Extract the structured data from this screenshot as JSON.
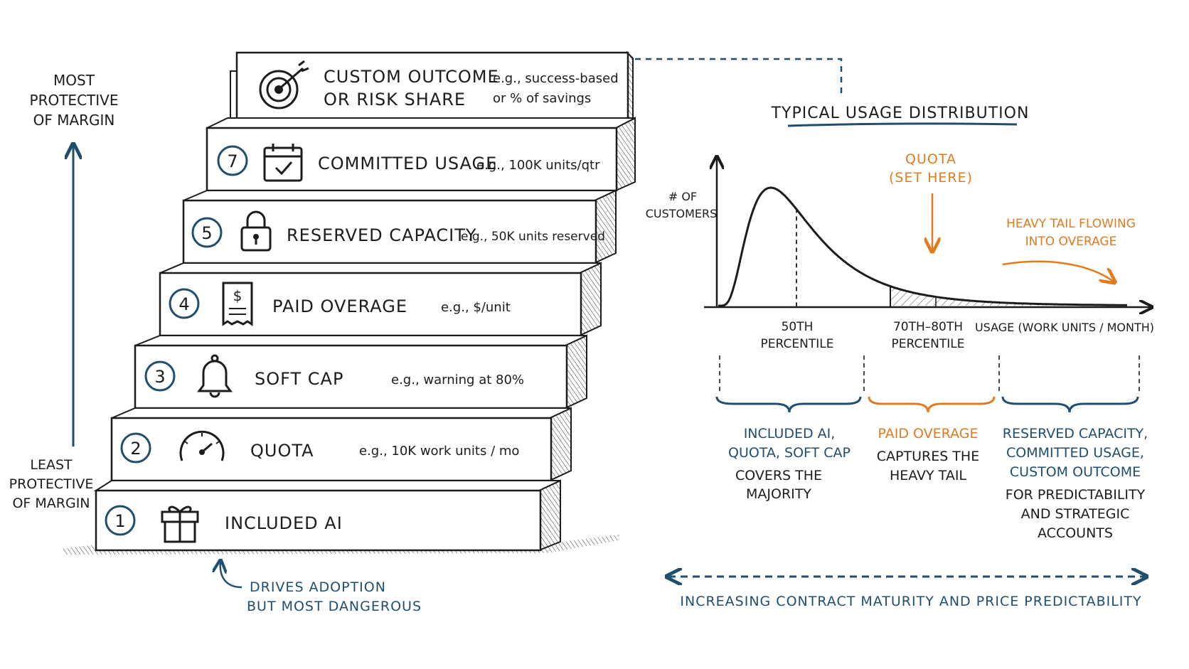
{
  "colors": {
    "ink": "#1c1c1c",
    "navy": "#1f4e6e",
    "orange": "#e07b1f",
    "paper": "#ffffff",
    "hatch": "#555555"
  },
  "left_axis": {
    "top_label": [
      "MOST",
      "PROTECTIVE",
      "OF MARGIN"
    ],
    "bottom_label": [
      "LEAST",
      "PROTECTIVE",
      "OF MARGIN"
    ]
  },
  "steps": [
    {
      "number": "1",
      "icon": "gift-icon",
      "title": "INCLUDED AI",
      "example": ""
    },
    {
      "number": "2",
      "icon": "gauge-icon",
      "title": "QUOTA",
      "example": "e.g., 10K work units / mo"
    },
    {
      "number": "3",
      "icon": "bell-icon",
      "title": "SOFT CAP",
      "example": "e.g., warning at 80%"
    },
    {
      "number": "4",
      "icon": "receipt-icon",
      "title": "PAID OVERAGE",
      "example": "e.g., $/unit"
    },
    {
      "number": "5",
      "icon": "lock-icon",
      "title": "RESERVED CAPACITY",
      "example": "e.g., 50K units reserved"
    },
    {
      "number": "7",
      "icon": "calendar-check-icon",
      "title": "COMMITTED USAGE",
      "example": "e.g., 100K units/qtr"
    },
    {
      "number": "",
      "icon": "target-icon",
      "title": [
        "CUSTOM OUTCOME",
        "OR RISK SHARE"
      ],
      "example": [
        "e.g., success-based",
        "or % of savings"
      ]
    }
  ],
  "bottom_note": [
    "DRIVES ADOPTION",
    "BUT MOST DANGEROUS"
  ],
  "chart": {
    "title": "TYPICAL USAGE DISTRIBUTION",
    "y_label": [
      "# OF",
      "CUSTOMERS"
    ],
    "x_label": "USAGE (WORK UNITS / MONTH)",
    "quota_label": [
      "QUOTA",
      "(SET HERE)"
    ],
    "tail_label": [
      "HEAVY TAIL FLOWING",
      "INTO OVERAGE"
    ],
    "tick_50": [
      "50TH",
      "PERCENTILE"
    ],
    "tick_7080": [
      "70TH–80TH",
      "PERCENTILE"
    ]
  },
  "chart_data": {
    "type": "area",
    "title": "TYPICAL USAGE DISTRIBUTION",
    "xlabel": "USAGE (WORK UNITS / MONTH)",
    "ylabel": "# OF CUSTOMERS",
    "shape": "right-skewed distribution with heavy tail",
    "markers": [
      "50TH PERCENTILE",
      "70TH–80TH PERCENTILE"
    ],
    "shaded_region": "70TH–80TH PERCENTILE to tail",
    "grid": false
  },
  "segments": [
    {
      "head": [
        "INCLUDED AI,",
        "QUOTA, SOFT CAP"
      ],
      "body": [
        "COVERS THE",
        "MAJORITY"
      ],
      "color": "#1f4e6e"
    },
    {
      "head": [
        "PAID OVERAGE"
      ],
      "body": [
        "CAPTURES THE",
        "HEAVY TAIL"
      ],
      "color": "#e07b1f"
    },
    {
      "head": [
        "RESERVED CAPACITY,",
        "COMMITTED USAGE,",
        "CUSTOM OUTCOME"
      ],
      "body": [
        "FOR PREDICTABILITY",
        "AND STRATEGIC",
        "ACCOUNTS"
      ],
      "color": "#1f4e6e"
    }
  ],
  "bottom_axis_label": "INCREASING CONTRACT MATURITY AND PRICE PREDICTABILITY"
}
